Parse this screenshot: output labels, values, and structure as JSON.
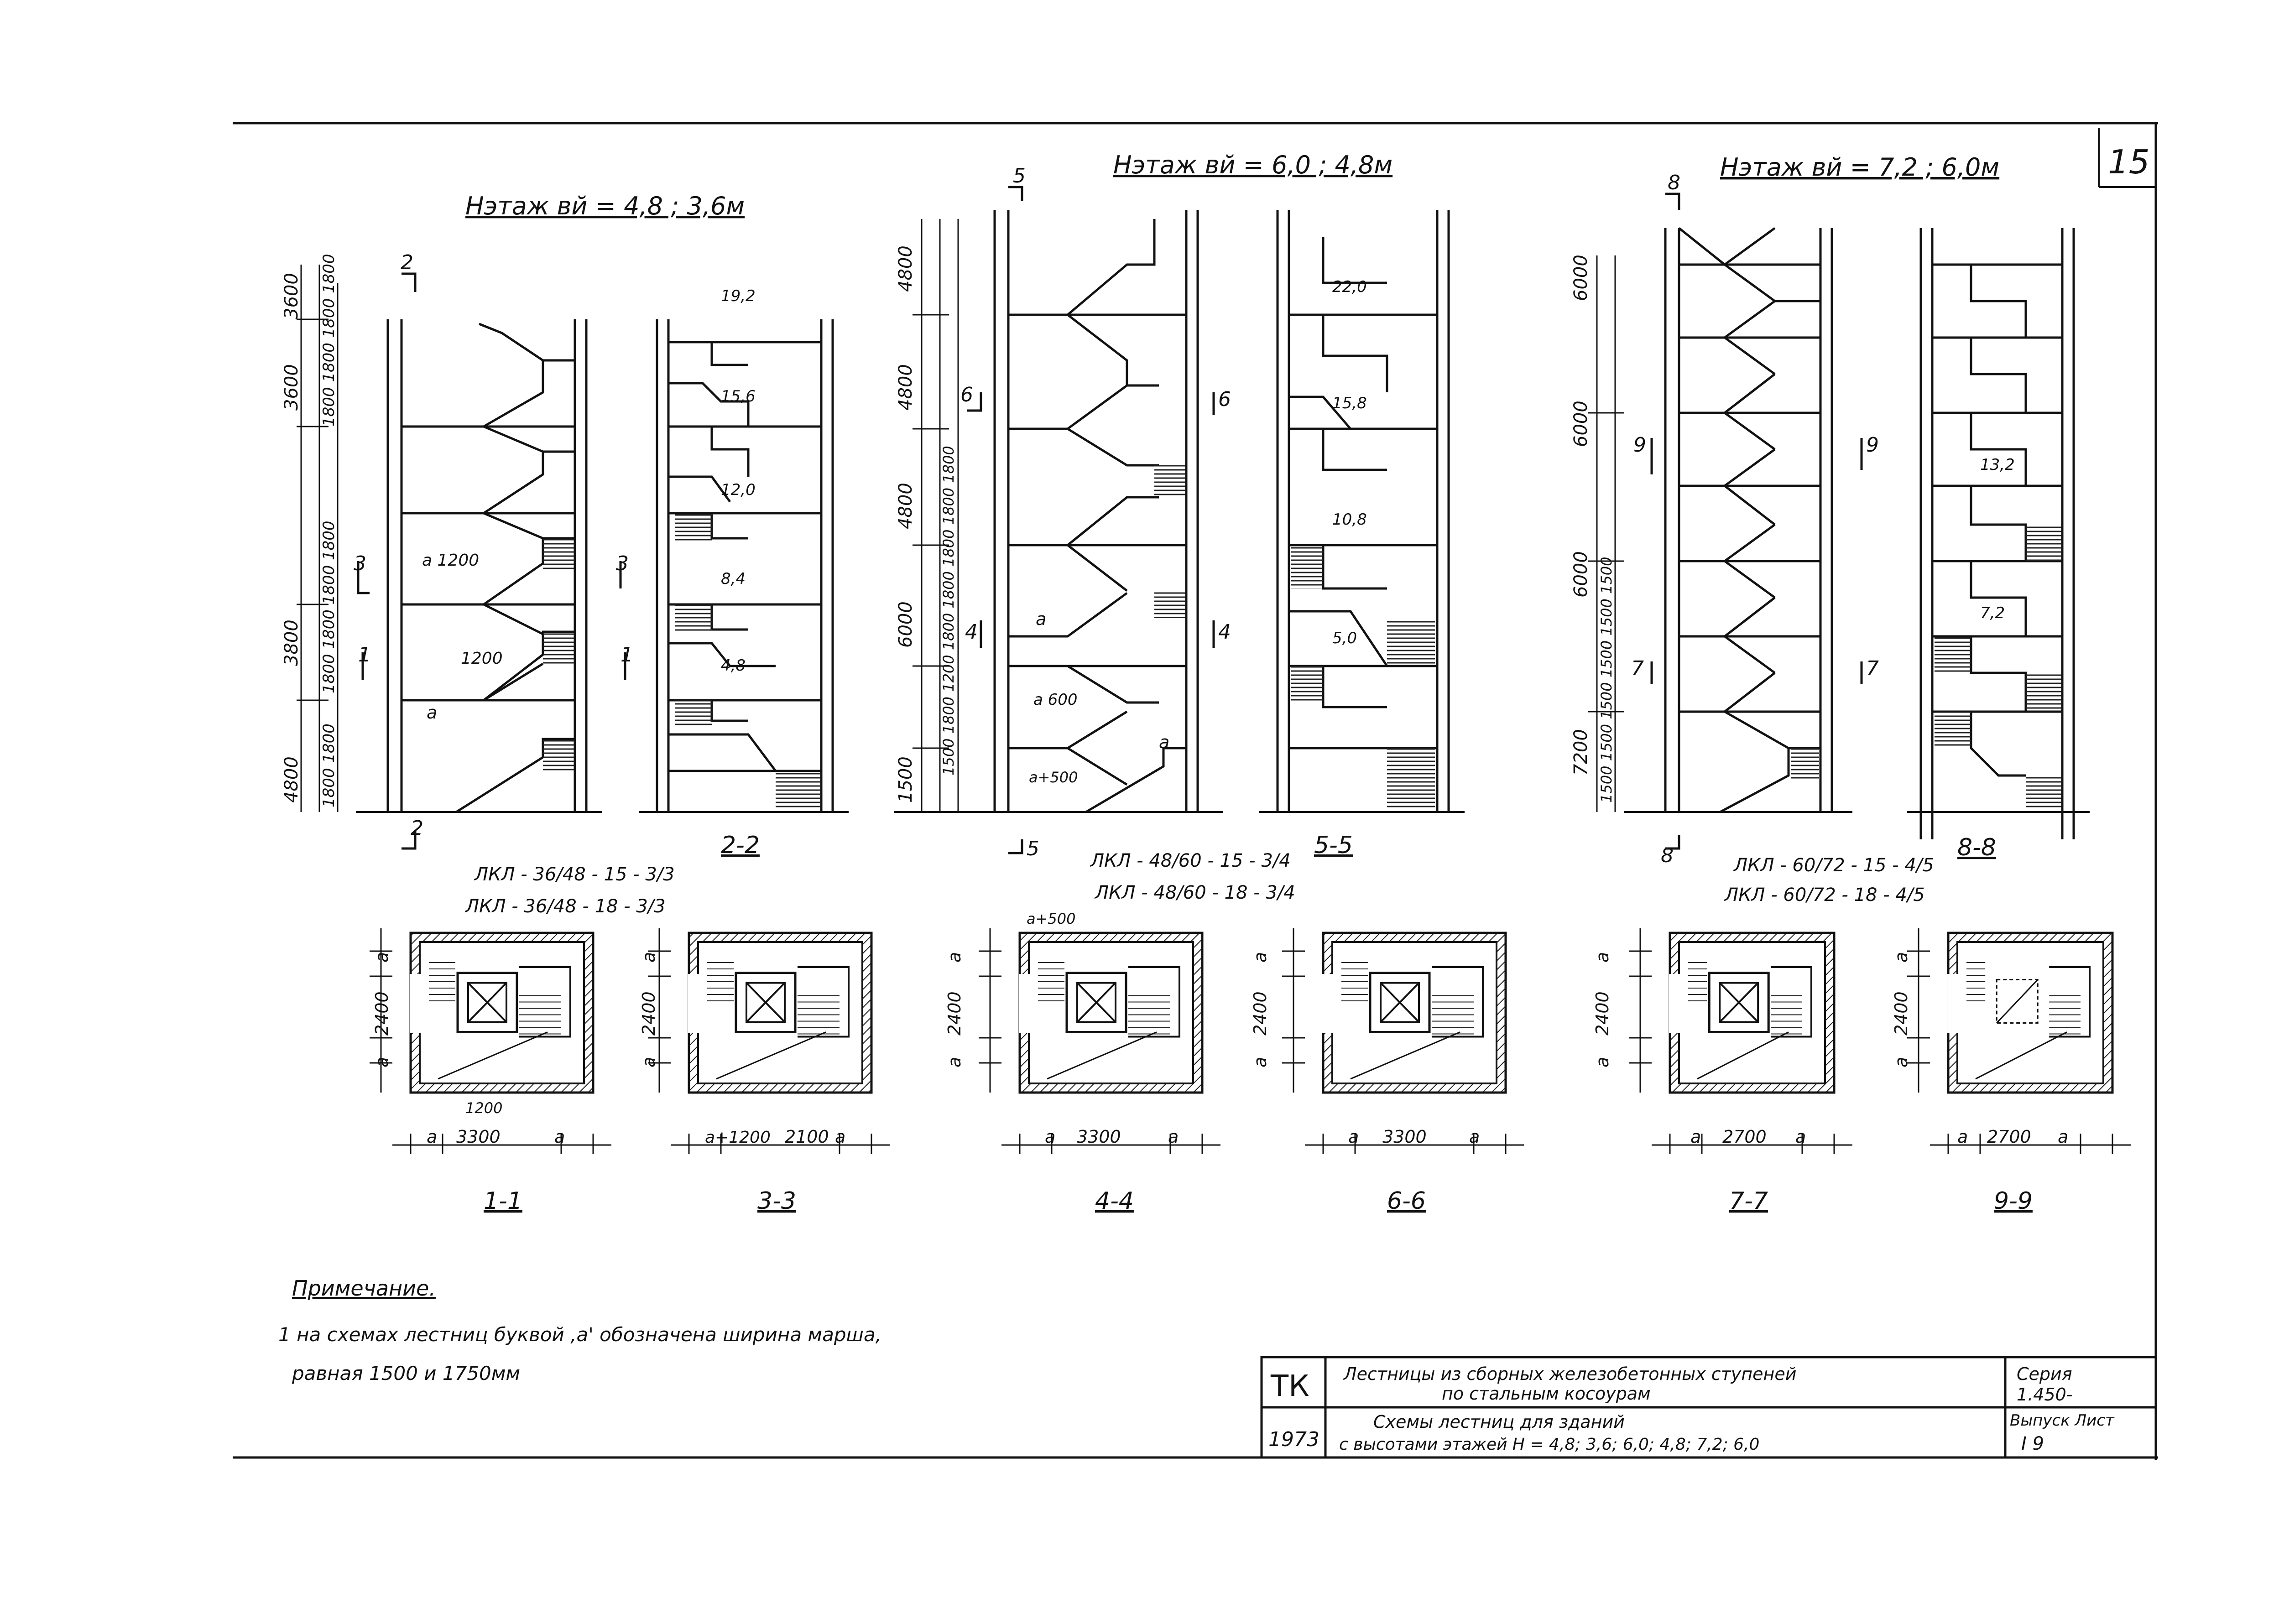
{
  "sheet_number": "15",
  "group_titles": [
    {
      "text": "Нэтаж вй = 4,8 ; 3,6м"
    },
    {
      "text": "Нэтаж вй = 6,0 ; 4,8м"
    },
    {
      "text": "Нэтаж вй = 7,2 ; 6,0м"
    }
  ],
  "section_labels": [
    "2-2",
    "5-5",
    "8-8"
  ],
  "plan_labels": [
    "1-1",
    "3-3",
    "4-4",
    "6-6",
    "7-7",
    "9-9"
  ],
  "stair_marks": [
    "ЛКЛ - 36/48 - 15 - 3/3",
    "ЛКЛ - 36/48 - 18 - 3/3",
    "ЛКЛ - 48/60 - 15 - 3/4",
    "ЛКЛ - 48/60 - 18 - 3/4",
    "ЛКЛ - 60/72 - 15 - 4/5",
    "ЛКЛ - 60/72 - 18 - 4/5"
  ],
  "level_dims": {
    "g1": [
      "3600",
      "3600",
      "3800",
      "4800"
    ],
    "g2": [
      "4800",
      "4800",
      "4800",
      "6000",
      "1500"
    ],
    "g3": [
      "6000",
      "6000",
      "6000",
      "7200"
    ]
  },
  "step_dims": {
    "g1": [
      "1800 1800 1800 1800",
      "1800 1800 1800 1800",
      "1800 1800"
    ],
    "g2": [
      "1500 1800 1200 1800 1800 1800 1800 1800"
    ],
    "g3": [
      "1500 1500 1500 1500 1500 1500"
    ]
  },
  "riser_counts": {
    "s22": [
      "19,2",
      "15,6",
      "12,0",
      "8,4",
      "4,8"
    ],
    "s55": [
      "22,0",
      "15,8",
      "10,8",
      "5,0"
    ],
    "s88": [
      "13,2",
      "7,2"
    ]
  },
  "annotations": {
    "a_1200": "a  1200",
    "d1200": "1200",
    "a": "a",
    "a600": "a  600",
    "a500": "a+500",
    "cut_marks": [
      "2",
      "3",
      "1",
      "5",
      "6",
      "4",
      "8",
      "9",
      "7"
    ]
  },
  "plan_dims": {
    "h2400": "2400",
    "a": "a",
    "w3300": "3300",
    "w2100": "2100",
    "w2700": "2700",
    "a1200": "a+1200",
    "d1200": "1200",
    "a500": "a+500"
  },
  "note": {
    "title": "Примечание.",
    "line1": "1 на схемах лестниц буквой ,a' обозначена ширина марша,",
    "line2": "равная 1500 и 1750мм"
  },
  "title_block": {
    "org": "ТК",
    "year": "1973",
    "title_line1": "Лестницы из сборных железобетонных ступеней",
    "title_line2": "по стальным косоурам",
    "sub_line1": "Схемы лестниц для зданий",
    "sub_line2": "с высотами этажей Н = 4,8; 3,6; 6,0; 4,8; 7,2; 6,0",
    "series_label": "Серия",
    "series_value": "1.450-",
    "issue_label": "Выпуск Лист",
    "issue_value": "I   9"
  },
  "colors": {
    "ink": "#111111",
    "hatch": "#333333",
    "paper": "#ffffff"
  }
}
